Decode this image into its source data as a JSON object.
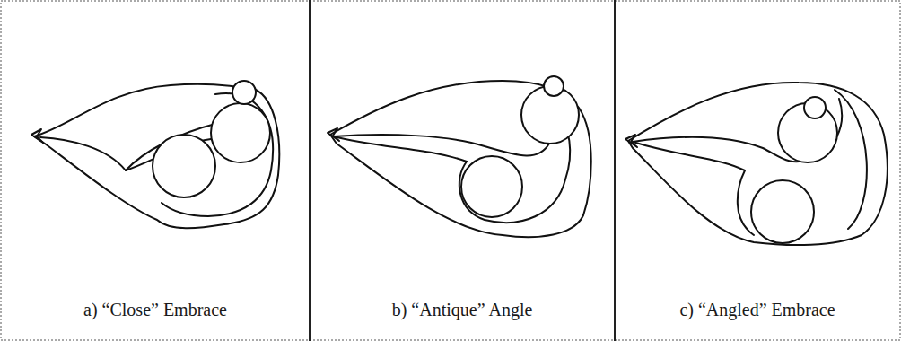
{
  "diagram": {
    "nodes": [
      {
        "text": [
          "a) “Close” Embrace"
        ]
      },
      {
        "text": [
          "b) “Antique” Angle"
        ]
      },
      {
        "text": [
          "c) “Angled” Embrace"
        ]
      }
    ]
  }
}
